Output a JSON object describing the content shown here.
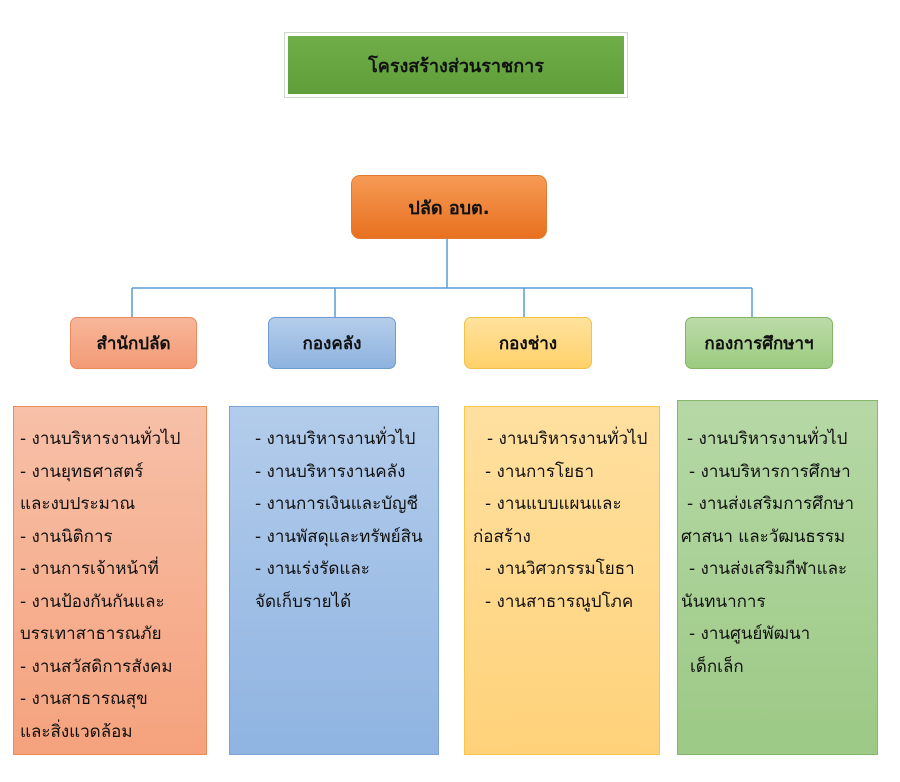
{
  "title": "โครงสร้างส่วนราชการ",
  "root": "ปลัด อบต.",
  "colors": {
    "title": "#6aa84f",
    "root": "#ee7f30",
    "connector": "#5b9bd5"
  },
  "departments": [
    {
      "name": "สำนักปลัด",
      "lines": [
        "- งานบริหารงานทั่วไป",
        "- งานยุทธศาสตร์",
        "และงบประมาณ",
        "- งานนิติการ",
        "- งานการเจ้าหน้าที่",
        "- งานป้องกันกันและ",
        "บรรเทาสาธารณภัย",
        "- งานสวัสดิการสังคม",
        "- งานสาธารณสุข",
        "และสิ่งแวดล้อม"
      ]
    },
    {
      "name": "กองคลัง",
      "lines": [
        "- งานบริหารงานทั่วไป",
        "- งานบริหารงานคลัง",
        "- งานการเงินและบัญชี",
        "- งานพัสดุและทรัพย์สิน",
        "- งานเร่งรัดและ",
        "จัดเก็บรายได้"
      ]
    },
    {
      "name": "กองช่าง",
      "lines": [
        "- งานบริหารงานทั่วไป",
        "- งานการโยธา",
        "- งานแบบแผนและ",
        "ก่อสร้าง",
        "- งานวิศวกรรมโยธา",
        "- งานสาธารณูปโภค"
      ]
    },
    {
      "name": "กองการศึกษาฯ",
      "lines": [
        "- งานบริหารงานทั่วไป",
        "- งานบริหารการศึกษา",
        "- งานส่งเสริมการศึกษา",
        "ศาสนา และวัฒนธรรม",
        "- งานส่งเสริมกีฬาและ",
        "นันทนาการ",
        "- งานศูนย์พัฒนา",
        "เด็กเล็ก"
      ]
    }
  ]
}
